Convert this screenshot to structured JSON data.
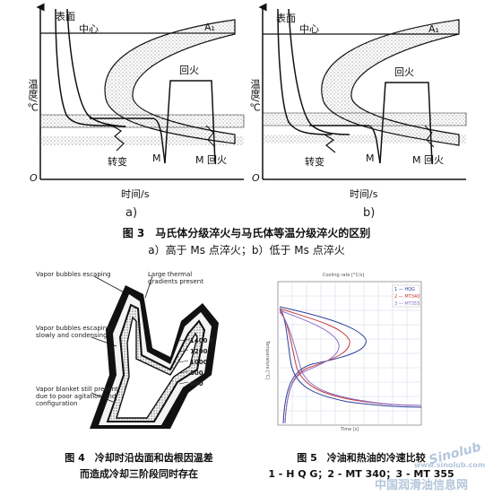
{
  "fig3": {
    "caption": "图 3　马氏体分级淬火与马氏体等温分级淬火的区别",
    "subcaption": "a）高于 Ms 点淬火；b）低于 Ms 点淬火",
    "panel_a": {
      "label": "a)",
      "surface": "表面",
      "center": "中心",
      "a1": "A₁",
      "temper": "回火",
      "ylabel": "温度/℃",
      "transform": "转变",
      "m": "M",
      "m_temper": "M 回火",
      "xlabel": "时间/s",
      "origin": "O"
    },
    "panel_b": {
      "label": "b)",
      "surface": "表面",
      "center": "中心",
      "a1": "A₁",
      "temper": "回火",
      "ylabel": "温度/℃",
      "transform": "转变",
      "m": "M",
      "m_temper": "M 回火",
      "xlabel": "时间/s",
      "origin": "O"
    }
  },
  "fig4": {
    "caption_line1": "图 4　冷却时沿齿面和齿根因温差",
    "caption_line2": "而造成冷却三阶段同时存在",
    "labels": {
      "vapor_bubbles_escaping": "Vapor bubbles escaping",
      "large_thermal": "Large thermal gradients present",
      "bubbles_condensing": "Vapor bubbles escaping slowly and condensing",
      "vapor_blanket": "Vapor blanket still present due to poor agitation and configuration",
      "t1400": "1400 F",
      "t1200": "1200",
      "t1000": "1000",
      "t800": "800",
      "t600": "600"
    }
  },
  "fig5": {
    "caption_line1": "图 5　冷油和热油的冷速比较",
    "caption_line2": "1 - H Q G；2 - MT 340；3 - MT 355",
    "top_axis_label": "Cooling rate [°C/s]",
    "xlabel": "Time [s]",
    "ylabel": "Temperature [°C]",
    "legend": [
      "1 — HQG",
      "2 — MT340",
      "3 — MT355"
    ]
  },
  "watermark": {
    "logo": "Sinolub",
    "url": "www.sinolub.com",
    "name": "中国润滑油信息网"
  },
  "colors": {
    "curve1": "#2a3f9a",
    "curve2": "#c53b3b",
    "curve3": "#8a6fc9",
    "grid": "#cfd6e6",
    "stipple": "#555555"
  }
}
